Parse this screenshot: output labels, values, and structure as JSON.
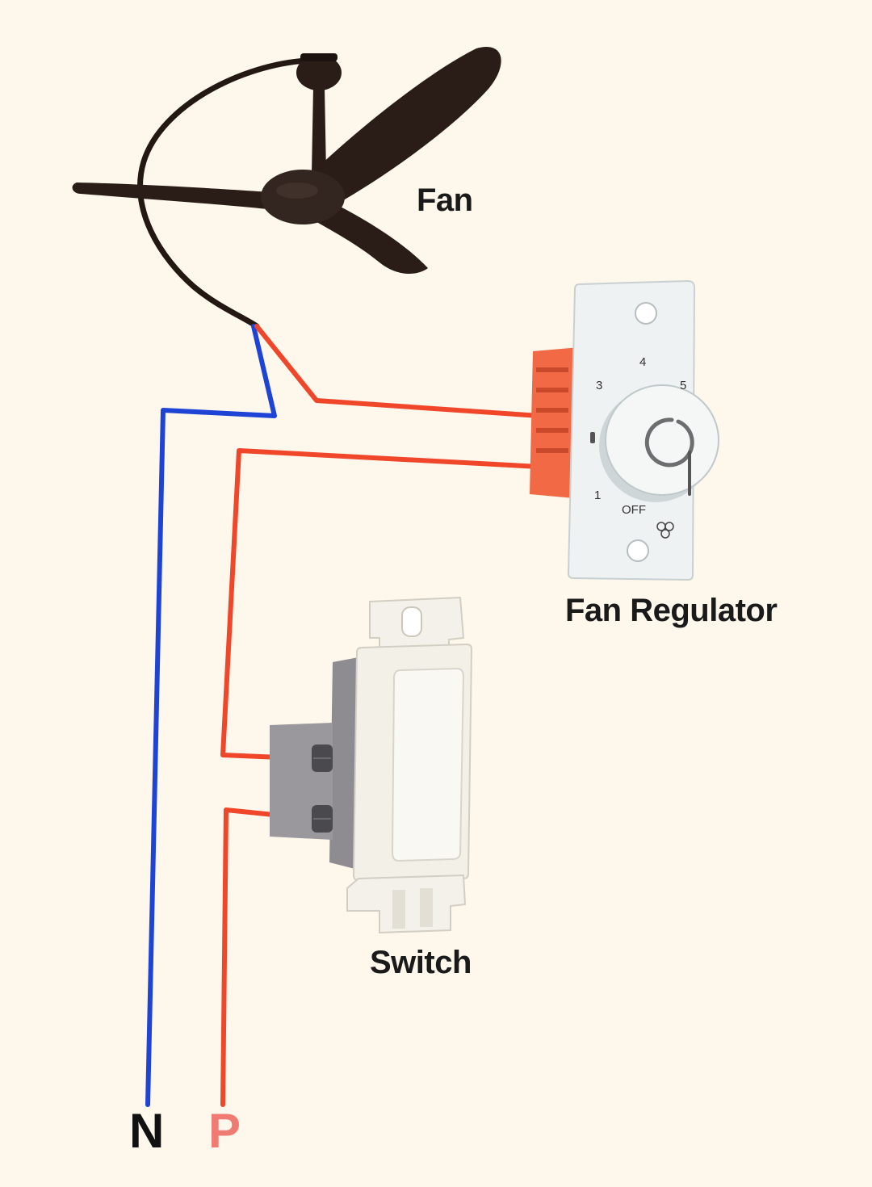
{
  "labels": {
    "fan": "Fan",
    "regulator": "Fan Regulator",
    "switch": "Switch",
    "neutral": "N",
    "phase": "P"
  },
  "regulator_dial": {
    "marks": [
      "1",
      "3",
      "4",
      "5"
    ],
    "off": "OFF"
  },
  "colors": {
    "background": "#fdf7ec",
    "neutral_wire": "#1e44d6",
    "phase_wire": "#f0462a",
    "fan_body": "#2a1d18",
    "regulator_terminal": "#f26a45",
    "phase_label": "#f07b72"
  },
  "icons": [
    "ceiling-fan-icon",
    "fan-regulator-icon",
    "rocker-switch-icon",
    "fan-symbol-icon"
  ]
}
